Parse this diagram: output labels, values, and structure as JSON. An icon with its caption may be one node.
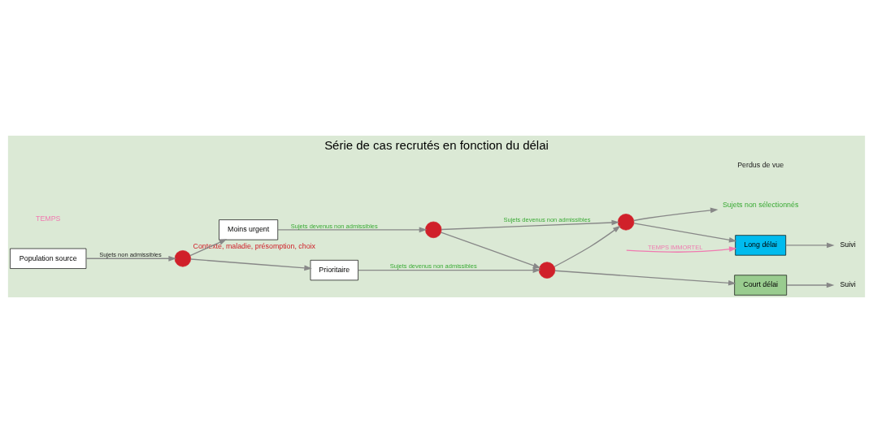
{
  "diagram": {
    "title": "Série de cas recrutés en fonction du délai",
    "nodes": [
      {
        "text": [
          "Population source"
        ]
      },
      {
        "text": [],
        "shape": "circle",
        "beside": [
          "Contexte, maladie, présomption, choix"
        ]
      },
      {
        "text": [
          "Moins urgent"
        ]
      },
      {
        "text": [
          "Prioritaire"
        ]
      },
      {
        "text": [],
        "shape": "circle"
      },
      {
        "text": [],
        "shape": "circle"
      },
      {
        "text": [],
        "shape": "circle"
      },
      {
        "text": [
          "Sujets non sélectionnés"
        ]
      },
      {
        "text": [
          "Long délai"
        ]
      },
      {
        "text": [
          "Court délai"
        ]
      },
      {
        "text": [
          "Suivi"
        ]
      },
      {
        "text": [
          "Suivi"
        ]
      }
    ],
    "edges": [
      {
        "from": 0,
        "to": 1,
        "arrow": "to",
        "label": "Sujets non admissibles"
      },
      {
        "from": 1,
        "to": 2,
        "arrow": "to"
      },
      {
        "from": 1,
        "to": 3,
        "arrow": "to"
      },
      {
        "from": 2,
        "to": 4,
        "arrow": "to",
        "label": "Sujets devenus non admissibles"
      },
      {
        "from": 4,
        "to": 5,
        "arrow": "to",
        "label": "Sujets devenus non admissibles"
      },
      {
        "from": 4,
        "to": 6,
        "arrow": "to"
      },
      {
        "from": 3,
        "to": 6,
        "arrow": "to",
        "label": "Sujets devenus non admissibles"
      },
      {
        "from": 6,
        "to": 5,
        "arrow": "to"
      },
      {
        "from": 6,
        "to": 9,
        "arrow": "to"
      },
      {
        "from": 5,
        "to": 7,
        "arrow": "to"
      },
      {
        "from": 5,
        "to": 8,
        "arrow": "to"
      },
      {
        "from": 8,
        "to": 10,
        "arrow": "to"
      },
      {
        "from": 9,
        "to": 11,
        "arrow": "to"
      },
      {
        "from": null,
        "to": 8,
        "arrow": "to",
        "label": "TEMPS IMMORTEL",
        "color": "#f07ab0"
      }
    ],
    "labels": [
      "Perdus de vue",
      "TEMPS"
    ]
  }
}
